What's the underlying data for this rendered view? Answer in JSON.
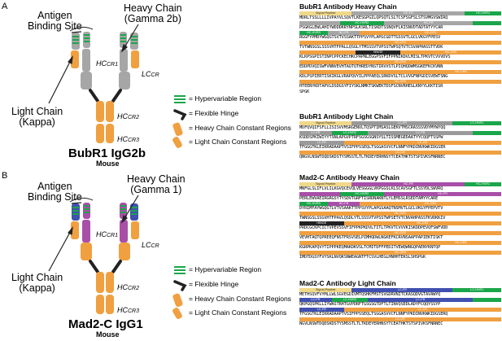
{
  "colors": {
    "hypervariable": "#1aa64a",
    "hinge": "#222222",
    "constant": "#f0a040",
    "frame_grey": "#a6a6a6",
    "purple": "#a84fa8",
    "blue": "#4050b0",
    "signal": "#f0d888",
    "lc_fr": "#9a9a9a"
  },
  "panels": [
    {
      "letter": "A",
      "callouts": {
        "antigen": "Antigen\nBinding Site",
        "heavy": "Heavy Chain\n(Gamma 2b)",
        "light": "Light Chain\n(Kappa)"
      },
      "regions": {
        "hc1": "HC",
        "hc1_sub": "CR1",
        "lc": "LC",
        "lc_sub": "CR",
        "hc2": "HC",
        "hc2_sub": "CR2",
        "hc3": "HC",
        "hc3_sub": "CR3"
      },
      "legend": [
        {
          "icon": "hypervariable-icon",
          "label": "= Hypervariable Region"
        },
        {
          "icon": "hinge-icon",
          "label": "= Flexible Hinge"
        },
        {
          "icon": "heavy-constant-icon",
          "label": "= Heavy Chain Constant Regions"
        },
        {
          "icon": "light-constant-icon",
          "label": "= Light Chain Constant Regions"
        }
      ],
      "title": "BubR1 IgG2b",
      "subtitle": "Mouse",
      "heavy_seq_title": "BubR1 Antibody Heavy Chain",
      "heavy_rows": [
        {
          "segs": [
            [
              "signal",
              "Signal Peptide",
              26
            ],
            [
              "grey",
              "HC-FR",
              56
            ],
            [
              "green",
              "HC-HVR1",
              18
            ]
          ],
          "text": "MDRLTSSLLLLIVPAYVLSQVTLKESGPGILQPSQTLSLTCSFSGFSLSTSVMGVSWIRQ"
        },
        {
          "segs": [
            [
              "grey",
              "",
              20
            ],
            [
              "green",
              "HC-HVR2",
              22
            ],
            [
              "grey",
              "HC-FR",
              44
            ],
            [
              "green",
              "",
              14
            ]
          ],
          "text": "PSGKGLEWLAHIYWDDDKRYNPSLKSRLTISKDTSSNQVFLKISNVDTADTATYYCAR"
        },
        {
          "segs": [
            [
              "green",
              "HC-HVR3",
              14
            ],
            [
              "grey",
              "HC-FR",
              16
            ],
            [
              "const",
              "HC-CR1",
              70
            ]
          ],
          "text": "RGGFYPMDYWGQGTSVTVSSAKTTPPSVYPLAPGCGDTTGSSVTLGCLVKGYFPESV"
        },
        {
          "segs": [
            [
              "const",
              "HC-CR1",
              100
            ]
          ],
          "text": "TVTWNSGSLSSSVHTFPALLQSGLYTMSSSVTVPSSTWPSQTVTCSVAPHASSTTVDK"
        },
        {
          "segs": [
            [
              "const",
              "",
              28
            ],
            [
              "hinge",
              "HINGE",
              22
            ],
            [
              "const",
              "HC-CR2",
              50
            ]
          ],
          "text": "KLKPSGPISTINPCPPCKECHKCPAPNLEGGPSVFIFPPNIKDVLMISLTPKVTCVVVDVS"
        },
        {
          "segs": [
            [
              "const",
              "HC-CR2",
              100
            ]
          ],
          "text": "EDDPDVQISWFVNNVEVHTAQTQTHREDYNSTIRVVSTLPIQHQDWMSGKEFKCKVNN"
        },
        {
          "segs": [
            [
              "const",
              "",
              60
            ],
            [
              "const",
              "HC-CR3",
              40
            ]
          ],
          "text": "KDLPSPIERTISKIKGLVRAPQVYILPPPAEQLSRKDVSLTCLVVGFNPGDISVEWTSNG"
        },
        {
          "segs": [
            [
              "const",
              "HC-CR3",
              100
            ]
          ],
          "text": "HTEENYKDTAPVLDSDGSYFIYSKLNMKTSKWEKTDSFSCNVRHEGLKNYYLKKTISR"
        },
        {
          "segs": [],
          "text": "SPGK"
        }
      ],
      "light_seq_title": "BubR1 Antibody Light Chain",
      "light_rows": [
        {
          "segs": [
            [
              "signal",
              "Signal Peptide",
              26
            ],
            [
              "lcfr",
              "LC-FR",
              50
            ],
            [
              "green",
              "LC-HVR1",
              24
            ]
          ],
          "text": "MDFQVQIFSFLLISISVVMSRGENVLTQSPTIMSASLGEKVTMSCRASSSVDYMYWYQQ"
        },
        {
          "segs": [
            [
              "lcfr",
              "LC-FR",
              16
            ],
            [
              "green",
              "LC-HVR2",
              18
            ],
            [
              "lcfr",
              "LC-FR",
              52
            ],
            [
              "green",
              "",
              14
            ]
          ],
          "text": "KSDDSPKIWIYYTSNLAPGVPTRFSGSGSGNSYSLTISSMEGEDAATYYCQQFTSSPW"
        },
        {
          "segs": [
            [
              "lcfr",
              "LC-FR",
              22
            ],
            [
              "const",
              "LC-CR",
              78
            ]
          ],
          "text": "TFGGGTKLEIKRADAAPTVSIFPPSSEQLTSGGASVVCFLNNFYPKDINVKWKIDGSER"
        },
        {
          "segs": [
            [
              "const",
              "LC-CR",
              100
            ]
          ],
          "text": "QNGVLNSWTDQDSKDSTYSMSSTLTLTKDEYERHNSYTCEATHKTSTSPIVKSFNRNEC"
        }
      ]
    },
    {
      "letter": "B",
      "callouts": {
        "antigen": "Antigen\nBinding Site",
        "heavy": "Heavy Chain\n(Gamma 1)",
        "light": "Light Chain\n(Kappa)"
      },
      "regions": {
        "hc1": "HC",
        "hc1_sub": "CR1",
        "lc": "LC",
        "lc_sub": "CR",
        "hc2": "HC",
        "hc2_sub": "CR2",
        "hc3": "HC",
        "hc3_sub": "CR3"
      },
      "legend": [
        {
          "icon": "hypervariable-icon",
          "label": "= Hypervariable Region"
        },
        {
          "icon": "hinge-icon",
          "label": "= Flexible Hinge"
        },
        {
          "icon": "heavy-constant-icon",
          "label": "= Heavy Chain Constant Regions"
        },
        {
          "icon": "light-constant-icon",
          "label": "= Light Chain Constant Regions"
        }
      ],
      "title": "Mad2-C IgG1",
      "subtitle": "Mouse",
      "heavy_seq_title": "Mad2-C Antibody Heavy Chain",
      "heavy_rows": [
        {
          "segs": [
            [
              "signal",
              "Signal Peptide",
              26
            ],
            [
              "purple",
              "HC-FR",
              56
            ],
            [
              "green",
              "HC-HVR1",
              18
            ]
          ],
          "text": "MNFGLSLIFLVLILKGVQCEVQLVESGGGLVKPGGSLKLSCAVSGFTLSSYDLSWVRQ"
        },
        {
          "segs": [
            [
              "purple",
              "",
              20
            ],
            [
              "green",
              "HC-HVR2",
              22
            ],
            [
              "purple",
              "HC-FR",
              58
            ]
          ],
          "text": "PERLEWVAEIRGRGSYTYSDVTGRFTISRDNAKNTLYLEMSSLRSEDTAMYYCARE"
        },
        {
          "segs": [
            [
              "green",
              "HC-HVR3",
              14
            ],
            [
              "purple",
              "HC-FR",
              16
            ],
            [
              "const",
              "HC-CR1",
              70
            ]
          ],
          "text": "DYRIMFAYWGQGTLVTVSAAKTTPPSVYPLAPGSAAQTNSMVTLGCLVKGYFPEPVTV"
        },
        {
          "segs": [
            [
              "const",
              "HC-CR1",
              100
            ]
          ],
          "text": "TWNSGSLSSGVHTFPAVLQSDLYTLSSSVTVPSSTWPSETVTCNVAHPASSTKVDKKIV"
        },
        {
          "segs": [
            [
              "hinge",
              "HINGE",
              22
            ],
            [
              "const",
              "HC-CR2",
              78
            ]
          ],
          "text": "PRDCGCKPCICTVPEVSSVFIFPPKPKDVLTITLTPKVTCVVVKISKDDPEVQFSWFVDD"
        },
        {
          "segs": [
            [
              "const",
              "HC-CR2",
              100
            ]
          ],
          "text": "VEVHTAQTQPREEQFNSTFRSVSELPIMHQDWLNGKEFKCRVNSAAFPAPIEKTISKT"
        },
        {
          "segs": [
            [
              "const",
              "",
              60
            ],
            [
              "const",
              "HC-CR3",
              40
            ]
          ],
          "text": "KGRPKAPQVYTIPPPKEQMAKDKVSLTCMITDFFPEDITVEWQWNGQPAENYKNTQP"
        },
        {
          "segs": [
            [
              "const",
              "HC-CR3",
              100
            ]
          ],
          "text": "IMDTDGSYFVYSKLNVQKSNWEAGNTFTCSVLHEGLHNHHTEKSLSHSPGK"
        }
      ],
      "light_seq_title": "Mad2-C Antibody Light Chain",
      "light_rows": [
        {
          "segs": [
            [
              "signal",
              "Signal Peptide",
              26
            ],
            [
              "blue",
              "LC-FR",
              50
            ],
            [
              "green",
              "LC-HVR1",
              24
            ]
          ],
          "text": "METHSQVFVYMLLWLSGVEGDIVMTQSHKFMSTSVGDRVNITCKASQDVGTAVAWYQ"
        },
        {
          "segs": [
            [
              "blue",
              "LC-FR",
              16
            ],
            [
              "green",
              "LC-HVR2",
              18
            ],
            [
              "blue",
              "LC-FR",
              52
            ],
            [
              "green",
              "",
              14
            ]
          ],
          "text": "QKPGQSPKLLIYWASTRHTGVPDRFTGSGSGTDFTLTINVQSEDLADYFCQQYSSYP"
        },
        {
          "segs": [
            [
              "blue",
              "LC-FR",
              22
            ],
            [
              "const",
              "LC-CR",
              78
            ]
          ],
          "text": "TFGSGTKLEIKRADAAPTVSIFPPSSEQLTSGGASVVCFLNNFYPKDINVKWKIDGSERQ"
        },
        {
          "segs": [
            [
              "const",
              "LC-CR",
              100
            ]
          ],
          "text": "NGVLNSWTDQDSKDSTYSMSSTLTLTKDEYERHNSYTCEATHKTSTSPIVKSFNRNEC"
        }
      ]
    }
  ]
}
